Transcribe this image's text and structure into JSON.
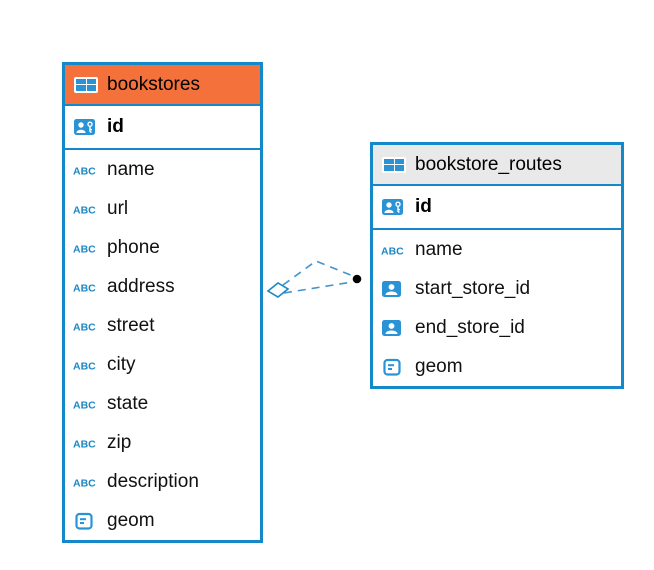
{
  "diagram": {
    "colors": {
      "table_border": "#1588c9",
      "bookstores_header": "#f4713b",
      "routes_header": "#e9e9e9",
      "relation_line": "#4593cb",
      "icon_blue": "#2a93d5"
    },
    "tables": [
      {
        "name": "bookstores",
        "pk": {
          "label": "id",
          "icon": "person-key-icon"
        },
        "columns": [
          {
            "label": "name",
            "type": "text"
          },
          {
            "label": "url",
            "type": "text"
          },
          {
            "label": "phone",
            "type": "text"
          },
          {
            "label": "address",
            "type": "text"
          },
          {
            "label": "street",
            "type": "text"
          },
          {
            "label": "city",
            "type": "text"
          },
          {
            "label": "state",
            "type": "text"
          },
          {
            "label": "zip",
            "type": "text"
          },
          {
            "label": "description",
            "type": "text"
          },
          {
            "label": "geom",
            "type": "geometry"
          }
        ]
      },
      {
        "name": "bookstore_routes",
        "pk": {
          "label": "id",
          "icon": "person-key-icon"
        },
        "columns": [
          {
            "label": "name",
            "type": "text"
          },
          {
            "label": "start_store_id",
            "type": "person-reference"
          },
          {
            "label": "end_store_id",
            "type": "person-reference"
          },
          {
            "label": "geom",
            "type": "geometry"
          }
        ]
      }
    ],
    "relations": [
      {
        "from": "bookstores",
        "to": "bookstore_routes",
        "line_style": "dashed",
        "from_endpoint": "open-diamond",
        "to_endpoint": "filled-dot",
        "line_count": 2
      }
    ]
  }
}
